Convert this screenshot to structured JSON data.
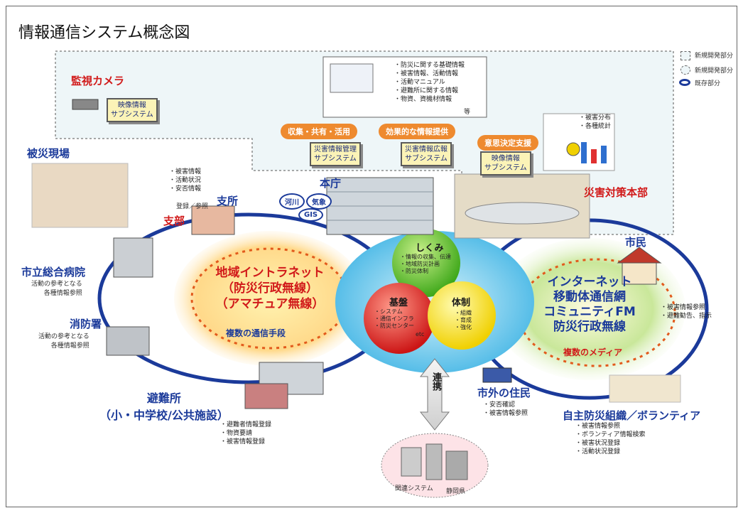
{
  "title": "情報通信システム概念図",
  "legend": [
    "新規開発部分",
    "新規開発部分",
    "既存部分"
  ],
  "top_area": {
    "camera_label": "監視カメラ",
    "video_subsystem": [
      "映像情報",
      "サブシステム"
    ],
    "info_list": [
      "防災に関する基礎情報",
      "被害情報、活動情報",
      "活動マニュアル",
      "避難所に関する情報",
      "物資、資機材情報"
    ],
    "info_etc": "等",
    "pill_collect": "収集・共有・活用",
    "pill_provide": "効果的な情報提供",
    "pill_decision": "意思決定支援",
    "disaster_mgmt_subsystem": [
      "災害情報管理",
      "サブシステム"
    ],
    "disaster_pr_subsystem": [
      "災害情報広報",
      "サブシステム"
    ],
    "video_subsystem2": [
      "映像情報",
      "サブシステム"
    ],
    "stats_list": [
      "被害分布",
      "各種統計"
    ]
  },
  "sites": {
    "hisai_genba": "被災現場",
    "hisai_items": [
      "被害情報",
      "活動状況",
      "安否情報"
    ],
    "shisho": "支所",
    "toroku": "登録／参照",
    "shibu": "支部",
    "honcho": "本庁",
    "tags": [
      "河川",
      "気象",
      "GIS"
    ],
    "saigai_honbu": "災害対策本部",
    "hospital": "市立総合病院",
    "hospital_note": [
      "活動の参考となる",
      "各種情報参照"
    ],
    "fire": "消防署",
    "fire_note": [
      "活動の参考となる",
      "各種情報参照"
    ],
    "shelter": [
      "避難所",
      "（小・中学校/公共施設）"
    ],
    "shelter_items": [
      "避難者情報登録",
      "物資要請",
      "被害情報登録"
    ]
  },
  "left_network": {
    "lines": [
      "地域イントラネット",
      "（防災行政無線）",
      "（アマチュア無線）"
    ],
    "means": "複数の通信手段"
  },
  "center": {
    "shikumi": "しくみ",
    "shikumi_items": [
      "情報の収集、伝達",
      "地域防災計画",
      "防災体制"
    ],
    "kiban": "基盤",
    "kiban_items": [
      "システム",
      "通信インフラ",
      "防災センター"
    ],
    "kiban_etc": "etc",
    "taisei": "体制",
    "taisei_items": [
      "組織",
      "育成",
      "強化"
    ],
    "renkei": "連携",
    "related_system": "関連システム",
    "shizuoka": "静岡県"
  },
  "right_network": {
    "lines": [
      "インターネット",
      "移動体通信網",
      "コミュニティFM",
      "防災行政無線"
    ],
    "media": "複数のメディア"
  },
  "residents": {
    "shimin": "市民",
    "shimin_items": [
      "被害情報参照",
      "避難勧告、指示"
    ],
    "outside": "市外の住民",
    "outside_items": [
      "安否確認",
      "被害情報参照"
    ],
    "volunteer": "自主防災組織／ボランティア",
    "volunteer_items": [
      "被害情報参照",
      "ボランティア情報検索",
      "被害状況登録",
      "活動状況登録"
    ]
  },
  "colors": {
    "shikumi": "#6cc43a",
    "kiban": "#e03030",
    "taisei": "#f5e02a",
    "cloud": "#49b8e6",
    "network_blue": "#1b3a9a",
    "accent_red": "#d11a1a",
    "pill_orange": "#ee8a2f"
  }
}
